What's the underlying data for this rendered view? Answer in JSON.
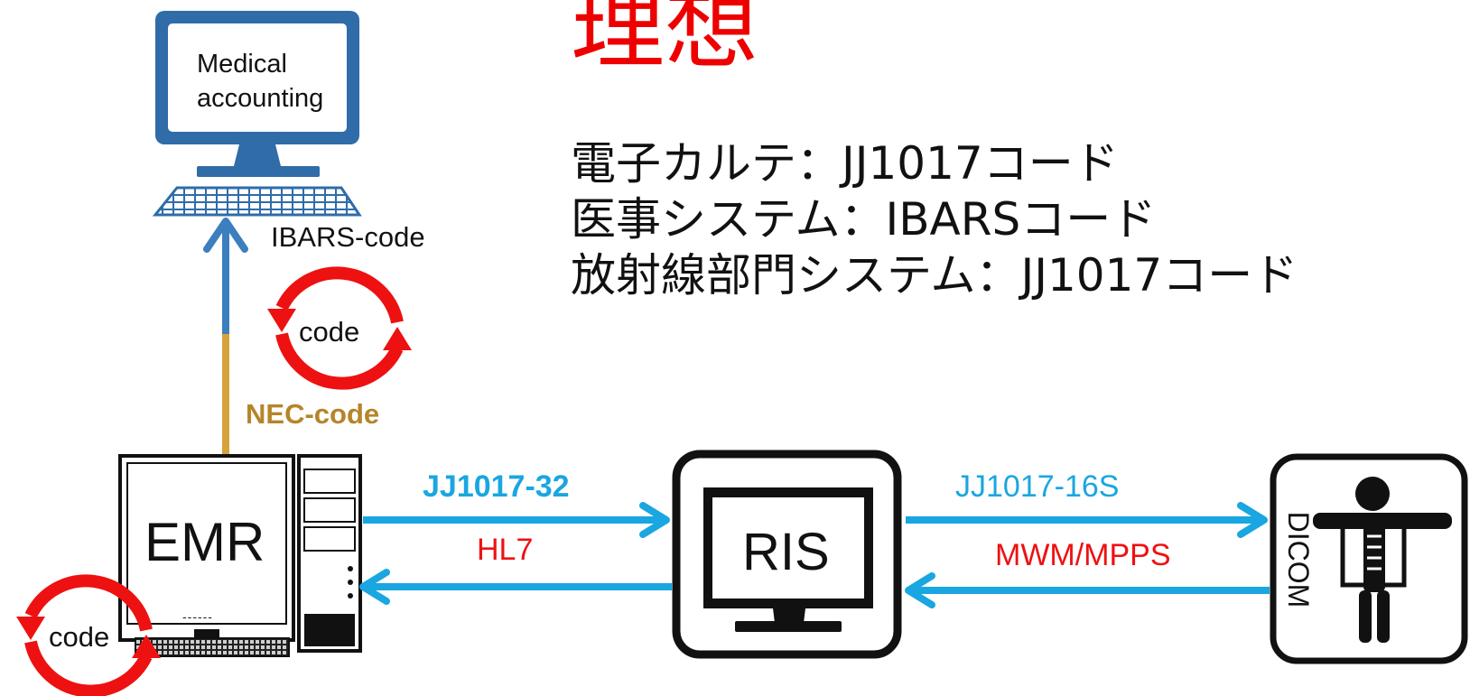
{
  "title": "理想",
  "codes": [
    "電子カルテ：JJ1017コード",
    "医事システム：IBARSコード",
    "放射線部門システム：JJ1017コード"
  ],
  "nodes": {
    "medical_accounting": {
      "label": "Medical accounting"
    },
    "emr": {
      "label": "EMR",
      "screen_placeholder": "------"
    },
    "ris": {
      "label": "RIS"
    },
    "dicom": {
      "label": "DICOM"
    }
  },
  "edges": {
    "emr_to_medical": {
      "lower_label": "NEC-code",
      "upper_label": "IBARS-code"
    },
    "emr_ris": {
      "top_label": "JJ1017-32",
      "bottom_label": "HL7"
    },
    "ris_dicom": {
      "top_label": "JJ1017-16S",
      "bottom_label": "MWM/MPPS"
    }
  },
  "cycles": [
    {
      "label": "code"
    },
    {
      "label": "code"
    }
  ],
  "colors": {
    "title": "#ee0000",
    "monitor_blue": "#2f6ca8",
    "arrow_up_blue": "#3b7fbf",
    "nec_line": "#d6a23a",
    "flow_arrow": "#1aa6e0",
    "cycle_red": "#ee1111"
  }
}
